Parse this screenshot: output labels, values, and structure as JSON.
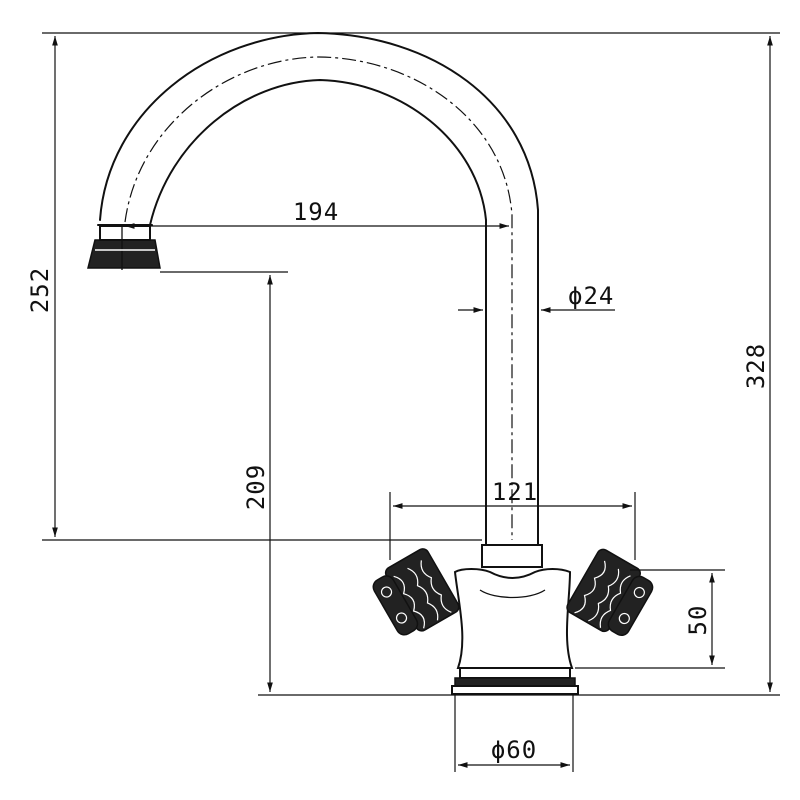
{
  "dimensions": {
    "total_height": "328",
    "spout_height": "252",
    "spout_clearance": "209",
    "spout_reach": "194",
    "pipe_diameter": "ϕ24",
    "handle_span": "121",
    "body_height": "50",
    "base_diameter": "ϕ60"
  }
}
